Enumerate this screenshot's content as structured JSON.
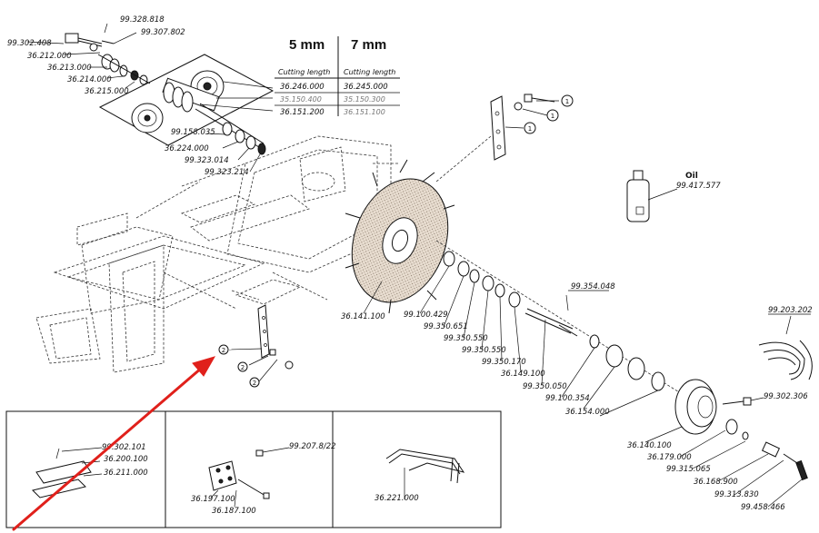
{
  "table": {
    "col1_header": "5 mm",
    "col2_header": "7 mm",
    "row_label": "Cutting length",
    "rows": [
      {
        "a": "36.246.000",
        "b": "36.245.000"
      },
      {
        "a": "35.150.400",
        "b": "35.150.300"
      },
      {
        "a": "36.151.200",
        "b": "36.151.100"
      }
    ]
  },
  "labels": {
    "p1": "99.328.818",
    "p2": "99.307.802",
    "p3": "99.302.408",
    "p4": "36.212.000",
    "p5": "36.213.000",
    "p6": "36.214.000",
    "p7": "36.215.000",
    "p8": "99.158.035",
    "p9": "36.224.000",
    "p10": "99.323.014",
    "p11": "99.323.214",
    "oil_title": "Oil",
    "oil_code": "99.417.577",
    "p12": "36.141.100",
    "p13": "99.100.429",
    "p14": "99.350.651",
    "p15": "99.350.550",
    "p16": "99.350.550",
    "p17": "99.350.170",
    "p18": "36.149.100",
    "p19": "99.354.048",
    "p20": "99.350.050",
    "p21": "99.100.354",
    "p22": "36.154.000",
    "p23": "36.140.100",
    "p24": "36.179.000",
    "p25": "99.315.065",
    "p26": "36.168.900",
    "p27": "99.313.830",
    "p28": "99.458.466",
    "p29": "99.203.202",
    "p30": "99.302.306",
    "b1a": "99.302.101",
    "b1b": "36.200.100",
    "b1c": "36.211.000",
    "b2a": "99.207.8/22",
    "b2b": "36.197.100",
    "b2c": "36.187.100",
    "b3a": "36.221.000",
    "circle_1": "1",
    "circle_2": "2"
  },
  "colors": {
    "arrow": "#e0201b",
    "ink": "#111111",
    "disc_fill": "#e4d8c8"
  }
}
